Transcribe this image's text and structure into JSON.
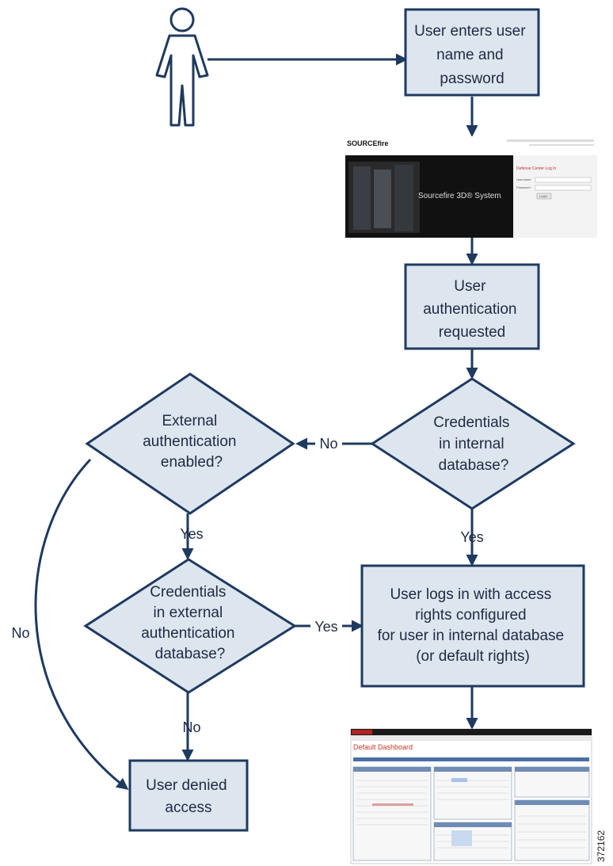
{
  "nodes": {
    "enter_credentials": {
      "lines": [
        "User enters user",
        "name and",
        "password"
      ]
    },
    "auth_requested": {
      "lines": [
        "User",
        "authentication",
        "requested"
      ]
    },
    "internal_db_check": {
      "lines": [
        "Credentials",
        "in internal",
        "database?"
      ]
    },
    "external_enabled_check": {
      "lines": [
        "External",
        "authentication",
        "enabled?"
      ]
    },
    "external_db_check": {
      "lines": [
        "Credentials",
        "in external",
        "authentication",
        "database?"
      ]
    },
    "logged_in": {
      "lines": [
        "User logs in with access",
        "rights configured",
        "for user in internal database",
        "(or default rights)"
      ]
    },
    "denied": {
      "lines": [
        "User denied",
        "access"
      ]
    }
  },
  "edges": {
    "internal_no": "No",
    "internal_yes": "Yes",
    "external_enabled_yes": "Yes",
    "external_enabled_no": "No",
    "external_db_yes": "Yes",
    "external_db_no": "No"
  },
  "login_screenshot": {
    "brand": "SOURCEfire",
    "product": "Sourcefire 3D® System",
    "form_title": "Defense Center Log In",
    "username_label": "Username",
    "password_label": "Password",
    "login_button": "Login"
  },
  "dashboard_screenshot": {
    "title": "Default Dashboard"
  },
  "figure_id": "372162",
  "colors": {
    "node_fill": "#dde5ef",
    "node_stroke": "#1f3a5f",
    "arrow": "#1f3a5f"
  }
}
